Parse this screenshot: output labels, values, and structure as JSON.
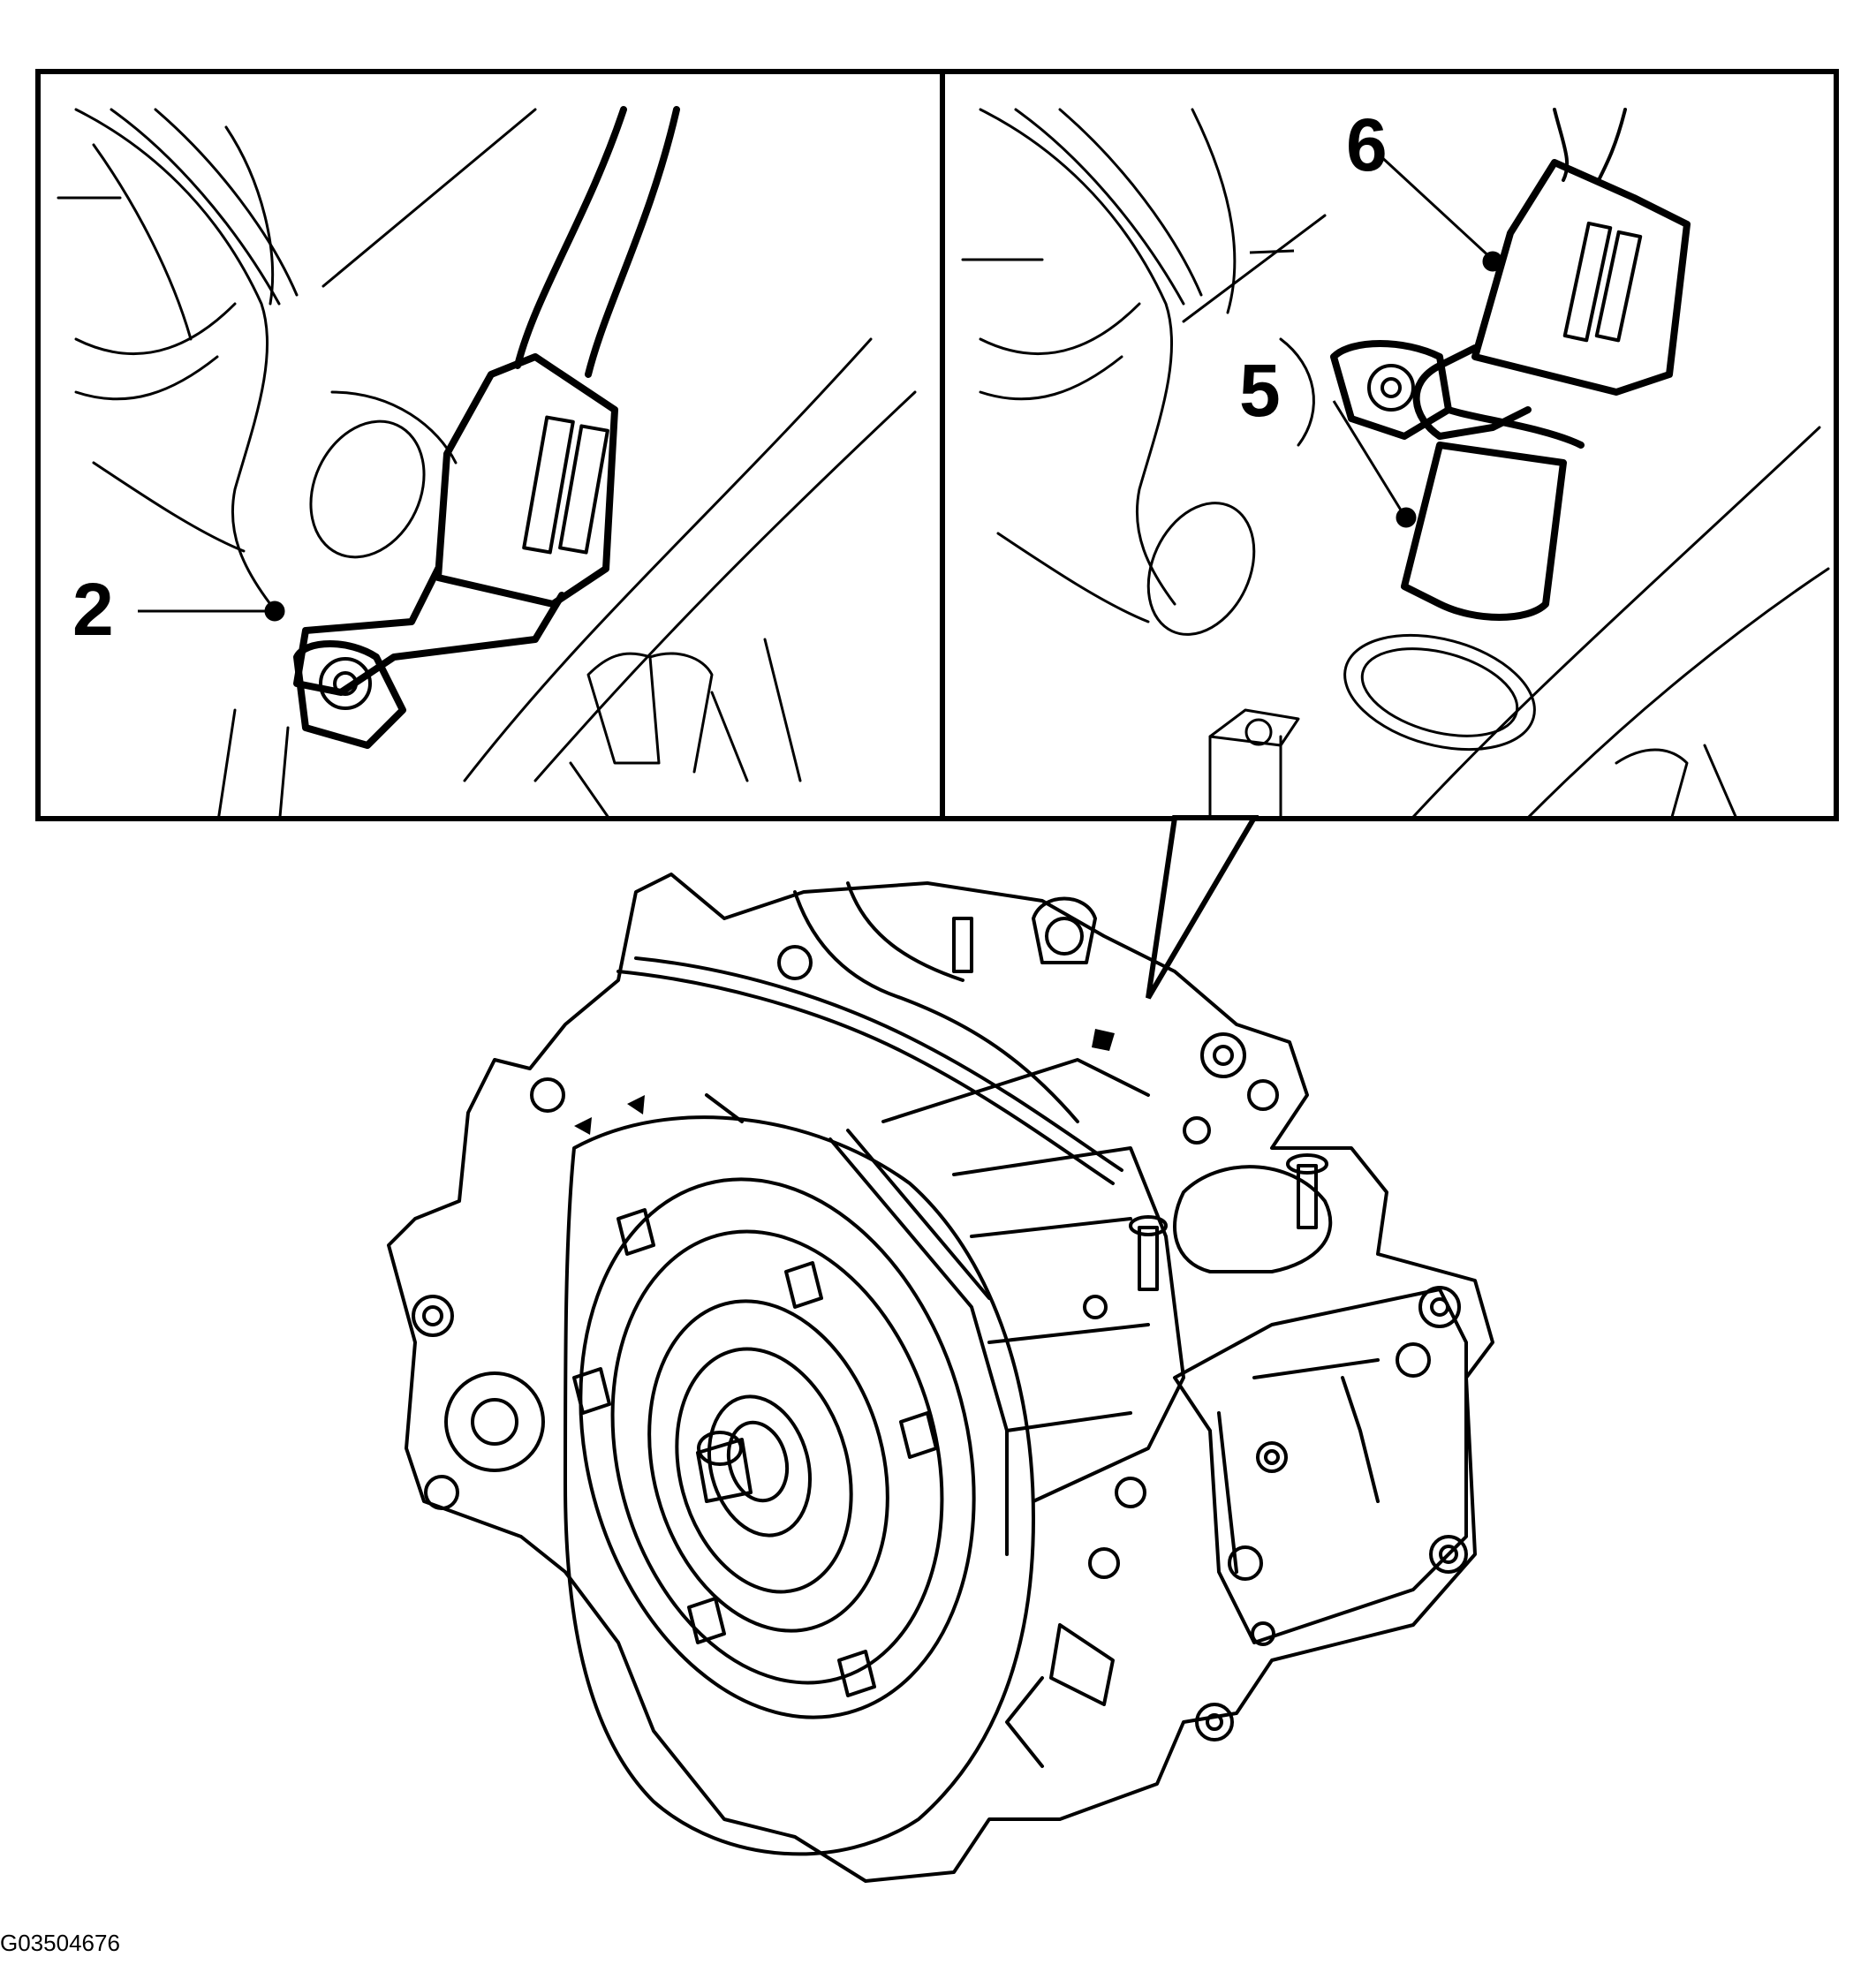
{
  "callouts": {
    "left_panel": "2",
    "right_panel_upper": "6",
    "right_panel_lower": "5"
  },
  "figure_id": "G03504676",
  "colors": {
    "line": "#000000",
    "background": "#ffffff"
  }
}
